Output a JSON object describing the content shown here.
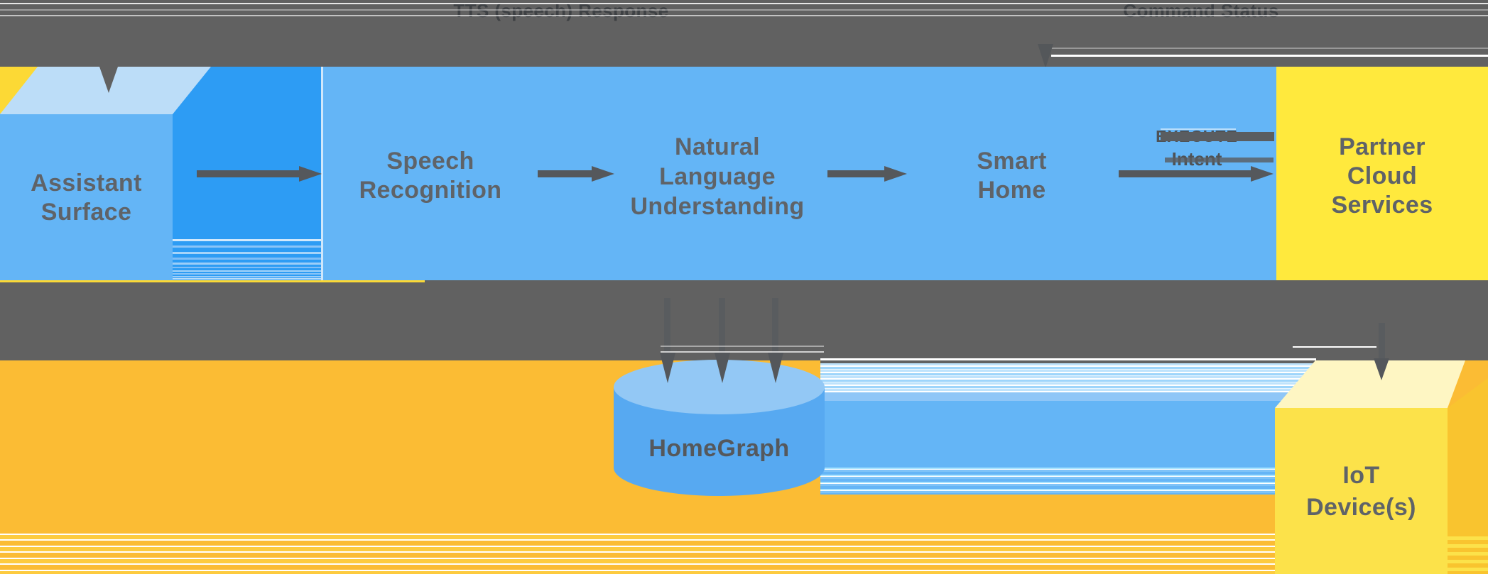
{
  "diagram": {
    "top_labels": {
      "tts_response": "TTS (speech) Response",
      "command_status": "Command Status"
    },
    "nodes": {
      "assistant_surface": {
        "line1": "Assistant",
        "line2": "Surface"
      },
      "speech_recognition": {
        "line1": "Speech",
        "line2": "Recognition"
      },
      "natural_language_understanding": {
        "line1": "Natural",
        "line2": "Language",
        "line3": "Understanding"
      },
      "smart_home": {
        "line1": "Smart",
        "line2": "Home"
      },
      "partner_cloud_services": {
        "line1": "Partner",
        "line2": "Cloud",
        "line3": "Services"
      },
      "homegraph": {
        "label": "HomeGraph"
      },
      "iot_devices": {
        "line1": "IoT",
        "line2": "Device(s)"
      }
    },
    "edge_labels": {
      "execute": "EXECUTE",
      "intent": "Intent"
    },
    "colors": {
      "band_gray": "#616161",
      "pipeline_blue": "#64B5F6",
      "deep_blue": "#2D9CF4",
      "pale_blue_top": "#BCDDF8",
      "cylinder_top": "#93C8F5",
      "cylinder_body": "#57A9F1",
      "partner_yellow": "#FFE93D",
      "iot_front_yellow": "#FCE24A",
      "iot_top_pale": "#FEF6C3",
      "iot_side_orange": "#F9C42F",
      "background_orange": "#FBBC34",
      "corner_yellow": "#FCD935",
      "label_gray": "#5F6368",
      "arrow_gray": "#55585C"
    }
  }
}
